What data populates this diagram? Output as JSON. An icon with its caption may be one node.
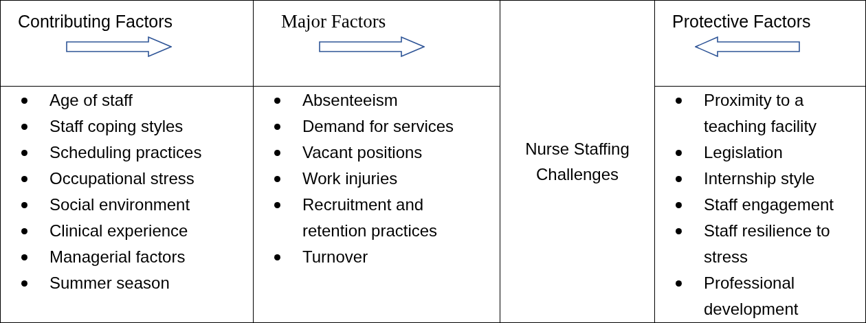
{
  "diagram": {
    "nodes": [
      {
        "text": [
          "Contributing Factors"
        ]
      },
      {
        "text": [
          "Major Factors"
        ]
      },
      {
        "text": [
          "Nurse Staffing Challenges"
        ]
      },
      {
        "text": [
          "Protective Factors"
        ]
      },
      {
        "text": [
          "Age of staff",
          "Staff coping styles",
          "Scheduling practices",
          "Occupational stress",
          "Social environment",
          "Clinical experience",
          "Managerial factors",
          "Summer season"
        ]
      },
      {
        "text": [
          "Absenteeism",
          "Demand for services",
          "Vacant positions",
          "Work injuries",
          "Recruitment and retention practices",
          "Turnover"
        ]
      },
      {
        "text": [
          "Proximity to a teaching facility",
          "Legislation",
          "Internship style",
          "Staff engagement",
          "Staff resilience to stress",
          "Professional development"
        ]
      }
    ]
  }
}
